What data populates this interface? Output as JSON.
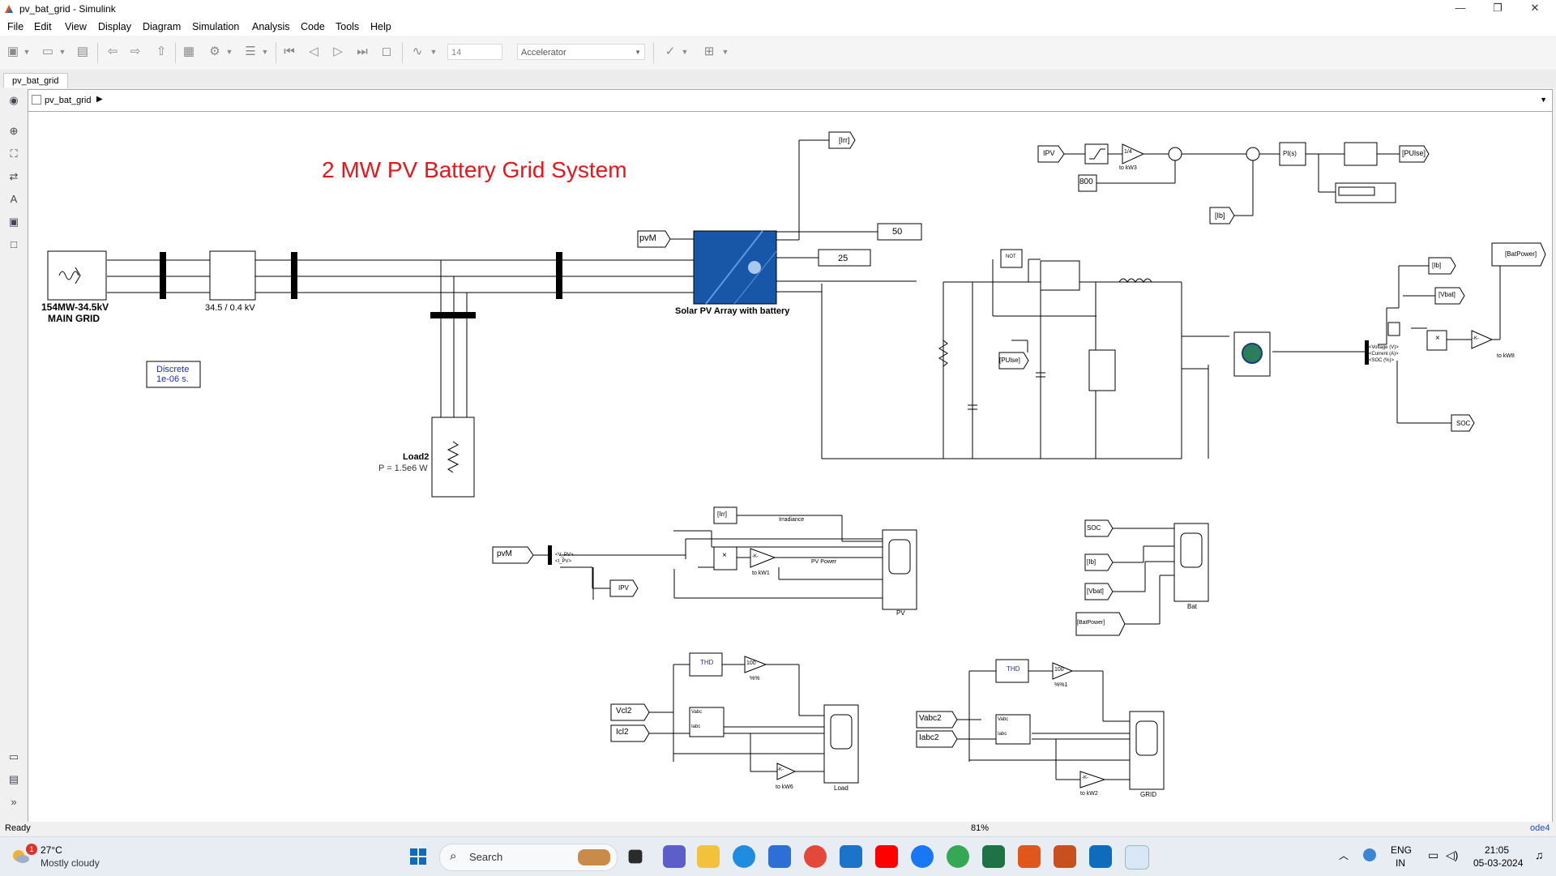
{
  "window": {
    "title": "pv_bat_grid - Simulink",
    "minimize": "—",
    "maximize": "❐",
    "close": "✕"
  },
  "menu": [
    "File",
    "Edit",
    "View",
    "Display",
    "Diagram",
    "Simulation",
    "Analysis",
    "Code",
    "Tools",
    "Help"
  ],
  "toolbar": {
    "stop_time": "14",
    "sim_mode": "Accelerator"
  },
  "tab": {
    "label": "pv_bat_grid"
  },
  "breadcrumb": {
    "label": "pv_bat_grid",
    "arrow": "▶",
    "dropdown": "▼"
  },
  "diagram": {
    "title": "2 MW PV Battery Grid System",
    "grid_name_1": "154MW-34.5kV",
    "grid_name_2": "MAIN GRID",
    "transformer_label": "34.5 / 0.4 kV",
    "solver_1": "Discrete",
    "solver_2": "1e-06 s.",
    "load_name": "Load2",
    "load_power": "P = 1.5e6 W",
    "pv_block": "Solar PV Array with battery",
    "const_50": "50",
    "const_25": "25",
    "const_800": "800",
    "tag_pvM": "pvM",
    "tag_irr": "[Irr]",
    "tag_ipv": "IPV",
    "tag_ib": "[Ib]",
    "tag_pulse_out": "[PUlse]",
    "tag_pulse_in": "[PUlse]",
    "tag_ib_out": "[Ib]",
    "tag_vbat_out": "[Vbat]",
    "tag_batpower_out": "[BatPower]",
    "tag_soc_out": "SOC",
    "gain_kw3": "to kW3",
    "gain_kw8": "to kW8",
    "gain_kw1": "to kW1",
    "gain_kw6": "to kW6",
    "gain_kw2": "to kW2",
    "pi_label": "PI(s)",
    "not_label": "NOT",
    "bus_v": "<Voltage (V)>",
    "bus_i": "<Current (A)>",
    "bus_soc": "<SOC (%)>",
    "pv_sel_v": "<V_PV>",
    "pv_sel_i": "<I_PV>",
    "sig_irradiance": "Irradiance",
    "sig_pvpower": "PV Power",
    "scope_pv": "PV",
    "scope_bat": "Bat",
    "scope_load": "Load",
    "scope_grid": "GRID",
    "tag_pvM2": "pvM",
    "tag_irr2": "[Irr]",
    "tag_ipv2": "IPV",
    "tag_soc_in": "SOC",
    "tag_ib_in": "[Ib]",
    "tag_vbat_in": "[Vbat]",
    "tag_batpower_in": "[BatPower]",
    "thd": "THD",
    "gain_100": "100",
    "pct": "%%",
    "pct1": "%%1",
    "tag_vcl2": "Vcl2",
    "tag_icl2": "Icl2",
    "tag_vabc2": "Vabc2",
    "tag_iabc2": "Iabc2",
    "pq_vabc": "Vabc",
    "pq_iabc": "Iabc",
    "gain_k": "-K-",
    "mult": "×",
    "frac": "1/4"
  },
  "status": {
    "left": "Ready",
    "zoom": "81%",
    "right": "ode4"
  },
  "taskbar": {
    "temp": "27°C",
    "weather": "Mostly cloudy",
    "weather_badge": "1",
    "search": "Search",
    "lang1": "ENG",
    "lang2": "IN",
    "time": "21:05",
    "date": "05-03-2024"
  }
}
